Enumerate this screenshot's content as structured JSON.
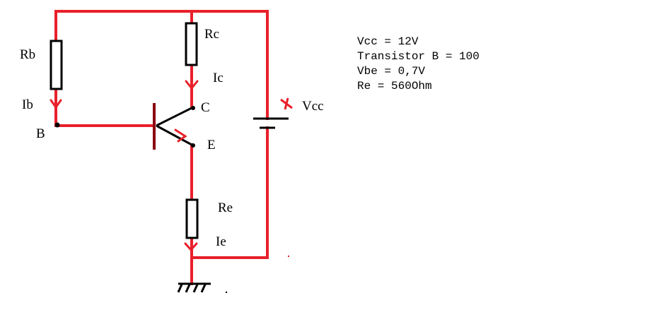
{
  "labels": {
    "rb": "Rb",
    "rc": "Rc",
    "ic": "Ic",
    "ib": "Ib",
    "b": "B",
    "c": "C",
    "e": "E",
    "re": "Re",
    "ie": "Ie",
    "vcc": "Vcc"
  },
  "notes": {
    "line1": "Vcc = 12V",
    "line2": "Transistor B = 100",
    "line3": "Vbe = 0,7V",
    "line4": "Re = 560Ohm"
  },
  "colors": {
    "wire": "#e8202a",
    "component": "#000000",
    "base": "#8b0010"
  }
}
